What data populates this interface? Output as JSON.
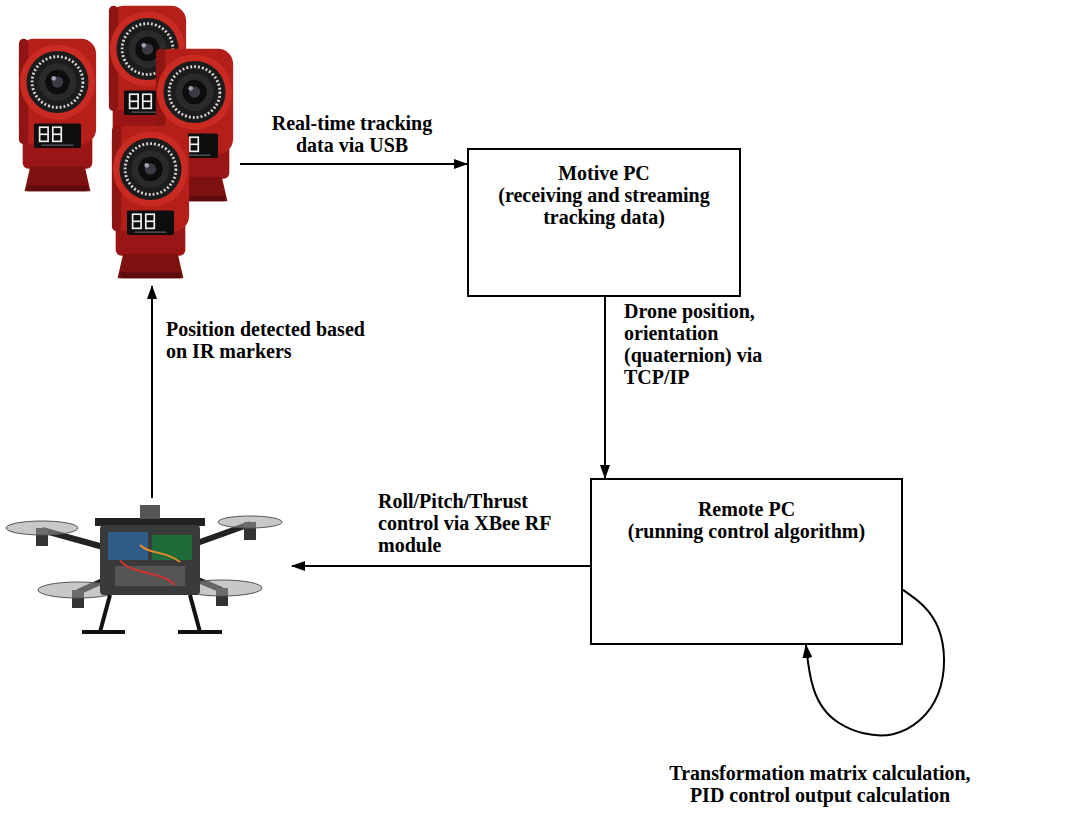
{
  "diagram": {
    "nodes": [
      {
        "text": [
          "Motive PC",
          "(receiving and streaming tracking data)"
        ]
      },
      {
        "text": [
          "Remote PC",
          "(running control algorithm)"
        ]
      }
    ],
    "edges": [
      {
        "from": 0,
        "to": 1,
        "arrow": "to",
        "label": "Drone position, orientation (quaternion) via TCP/IP"
      },
      {
        "from": 1,
        "to": 1,
        "arrow": "to",
        "label": "Transformation matrix calculation, PID control output calculation"
      }
    ],
    "labels": [
      "Real-time tracking data via USB",
      "Position detected based on IR markers",
      "Roll/Pitch/Thrust control via XBee RF module"
    ]
  }
}
